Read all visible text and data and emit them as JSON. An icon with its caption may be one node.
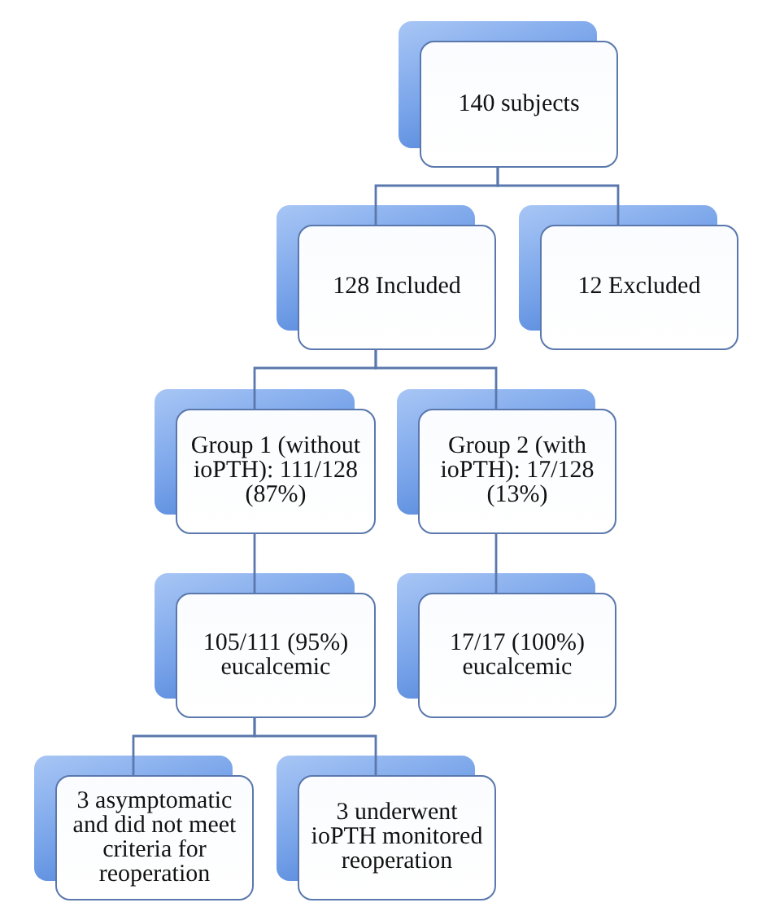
{
  "diagram": {
    "nodes": [
      {
        "text": [
          "140 subjects"
        ]
      },
      {
        "text": [
          "128 Included"
        ]
      },
      {
        "text": [
          "12 Excluded"
        ]
      },
      {
        "text": [
          "Group 1 (without ioPTH): 111/128 (87%)"
        ]
      },
      {
        "text": [
          "Group 2 (with ioPTH): 17/128 (13%)"
        ]
      },
      {
        "text": [
          "105/111 (95%) eucalcemic"
        ]
      },
      {
        "text": [
          "17/17 (100%) eucalcemic"
        ]
      },
      {
        "text": [
          "3 asymptomatic and did not meet criteria for reoperation"
        ]
      },
      {
        "text": [
          "3 underwent ioPTH monitored reoperation"
        ]
      }
    ],
    "edges": [
      {
        "from": 0,
        "to": 1,
        "arrow": "none"
      },
      {
        "from": 0,
        "to": 2,
        "arrow": "none"
      },
      {
        "from": 1,
        "to": 3,
        "arrow": "none"
      },
      {
        "from": 1,
        "to": 4,
        "arrow": "none"
      },
      {
        "from": 3,
        "to": 5,
        "arrow": "none"
      },
      {
        "from": 4,
        "to": 6,
        "arrow": "none"
      },
      {
        "from": 5,
        "to": 7,
        "arrow": "none"
      },
      {
        "from": 5,
        "to": 8,
        "arrow": "none"
      }
    ]
  }
}
